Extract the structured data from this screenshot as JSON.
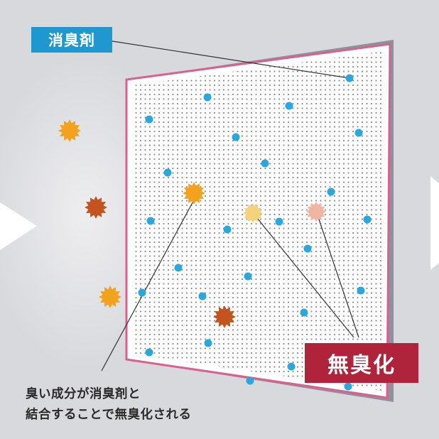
{
  "labels": {
    "deodorant": "消臭剤",
    "result": "無臭化",
    "caption_line1": "臭い成分が消臭剤と",
    "caption_line2": "結合することで無臭化される"
  },
  "colors": {
    "background": "#d8d9dd",
    "panel_fill": "#ffffff",
    "panel_border": "#d9618f",
    "panel_edge": "#8d929b",
    "deodorant_particle": "#2aa8dd",
    "odor_orange": "#f2a21e",
    "odor_brown": "#c4531f",
    "neutralized_yellow": "#f6d27a",
    "neutralized_pink": "#efb6a2",
    "label_blue": "#1f98cf",
    "label_red": "#b0243b"
  },
  "icons": {
    "deodorant_particle": "blue-dot-icon",
    "odor_particle": "starburst-icon"
  }
}
